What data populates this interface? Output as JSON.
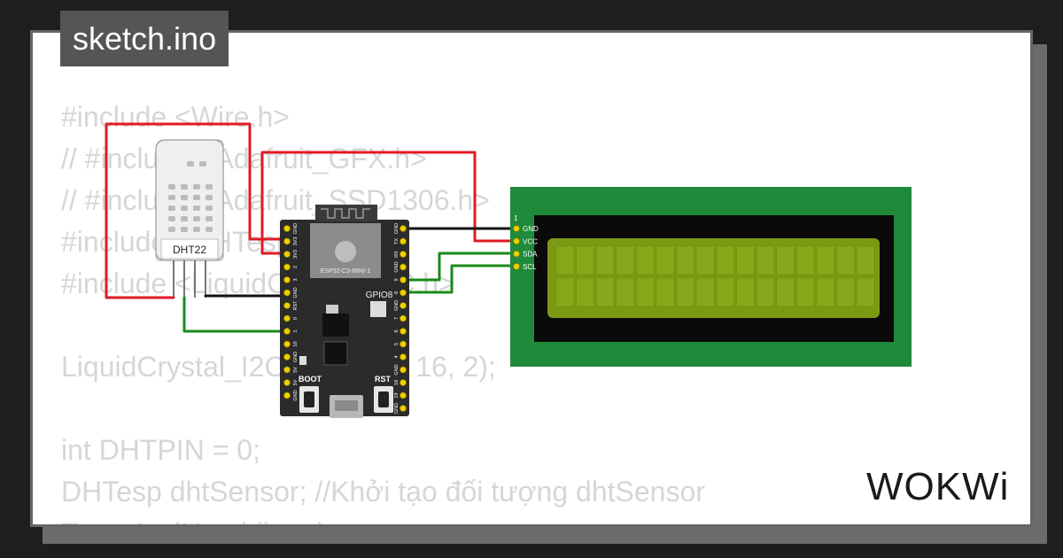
{
  "file_badge": "sketch.ino",
  "code_lines": [
    "#include <Wire.h>",
    "// #include <Adafruit_GFX.h>",
    "// #include <Adafruit_SSD1306.h>",
    "#include <DHTesp.h>",
    "#include <LiquidCrystal_I2C.h>",
    "",
    "LiquidCrystal_I2C lcd(0x27, 16, 2);",
    "",
    "int DHTPIN = 0;",
    "DHTesp dhtSensor; //Khởi tạo đối tượng dhtSensor",
    "TempAndHumidity  data;"
  ],
  "dht": {
    "label": "DHT22"
  },
  "board": {
    "chip_label": "ESP32-C3-MINI-1",
    "led_label": "GPIO8",
    "boot_label": "BOOT",
    "rst_label": "RST",
    "left_pins": [
      "GND",
      "3V3",
      "3V3",
      "2",
      "3",
      "GND",
      "RST",
      "0",
      "1",
      "10",
      "GND",
      "5V",
      "5V",
      "GND"
    ],
    "right_pins": [
      "GND",
      "TX",
      "RX",
      "GND",
      "9",
      "8",
      "GND",
      "7",
      "6",
      "5",
      "4",
      "GND",
      "18",
      "19",
      "GND"
    ]
  },
  "lcd": {
    "pin1_label": "1",
    "pins": [
      "GND",
      "VCC",
      "SDA",
      "SCL"
    ]
  },
  "logo": "WOKWi",
  "colors": {
    "wire_red": "#e01b24",
    "wire_black": "#111111",
    "wire_green": "#1a8a1a",
    "lcd_pcb": "#1f8a3a",
    "lcd_screen": "#7a9a14",
    "board": "#2b2b2b"
  }
}
